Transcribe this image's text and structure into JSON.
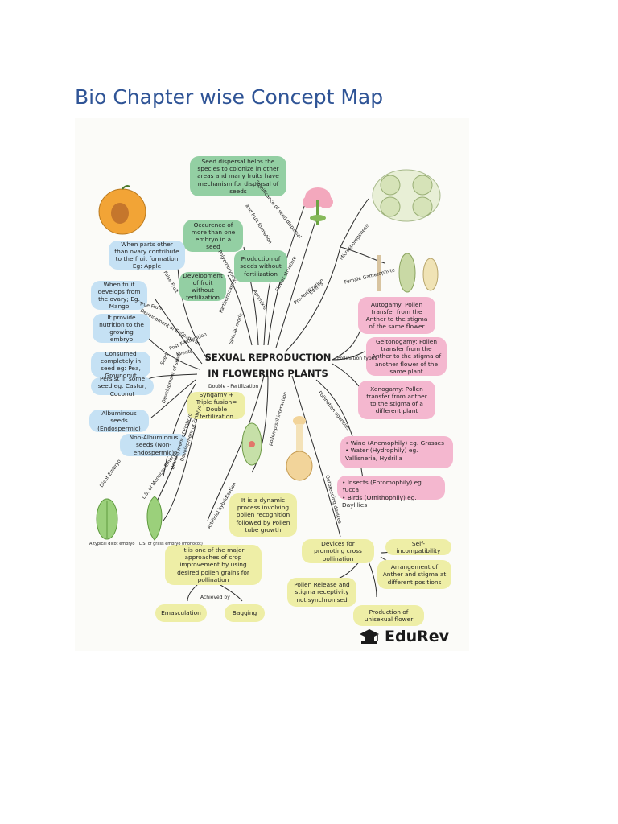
{
  "page": {
    "title": "Bio Chapter wise Concept Map"
  },
  "map": {
    "center_line1": "SEXUAL REPRODUCTION",
    "center_line2": "IN FLOWERING PLANTS",
    "nodes": {
      "seed_dispersal": "Seed dispersal helps the species to colonize in other areas and many fruits have mechanism for dispersal of seeds",
      "polyembryony": "Occurence of more than one embryo in a seed",
      "parthenocarpy": "Development of fruit without fertilization",
      "apomixis": "Production of seeds without fertilization",
      "false_fruit": "When parts other than ovary contribute to the fruit formation Eg: Apple",
      "true_fruit": "When fruit develops from the ovary; Eg. Mango",
      "endosperm": "It provide nutrition to the growing embryo",
      "consumed": "Consumed completely in seed eg: Pea, Groundnut",
      "persist": "Persist in some seed eg: Castor, Coconut",
      "albuminous": "Albuminous seeds (Endospermic)",
      "non_albuminous": "Non-Albuminous seeds (Non-endospermic)",
      "syngamy": "Syngamy + Triple fusion= Double fertilization",
      "autogamy": "Autogamy: Pollen transfer from the Anther to the stigma of the same flower",
      "geitonogamy": "Geitonogamy: Pollen transfer from the Anther to the stigma of another flower of the same plant",
      "xenogamy": "Xenogamy: Pollen transfer from anther to the stigma of a different plant",
      "abiotic_1": "• Wind (Anemophily) eg. Grasses",
      "abiotic_2": "• Water (Hydrophily) eg. Vallisneria, Hydrilla",
      "biotic_1": "• Insects (Entomophily) eg. Yucca",
      "biotic_2": "• Birds (Ornithophily) eg. Daylilies",
      "pollen_pistil": "It is a dynamic process involving pollen recognition followed by Pollen tube growth",
      "artificial": "It is one of the major approaches of crop improvement by using desired pollen grains for pollination",
      "emasculation": "Emasculation",
      "bagging": "Bagging",
      "devices": "Devices for promoting cross pollination",
      "self_incompat": "Self-incompatibility",
      "arrangement": "Arrangement of Anther and stigma at different positions",
      "pollen_release": "Pollen Release and stigma receptivity not synchronised",
      "unisexual": "Production of unisexual flower"
    },
    "edge_labels": {
      "significance": "Significance of seed dispersal",
      "and_fruit": "and fruit formation",
      "special_mode": "Special mode",
      "polyembryony": "Polyembryony",
      "parthenocarpy": "Parthenocarpy",
      "apomixis": "Apomixis",
      "flower_structure": "Flower structure",
      "pre_fert": "Pre-fertilization",
      "events": "Events",
      "microsporogenesis": "Microsporogenesis",
      "female_gametophyte": "Female Gametophyte",
      "false_fruit": "False Fruit",
      "true_fruit": "True Fruit",
      "dev_endosperm": "Development of Endosperm",
      "post_fert": "Post Fertilization",
      "post_events": "Events",
      "seed": "Seed",
      "dev_of_seed": "Development of seed",
      "double_fert": "Double - Fertilization",
      "pollination_types": "Pollination types",
      "pollen_pistil": "pollen-pistil interaction",
      "pollination_agencies": "Pollination agencies",
      "dicot_embryo": "Dicot Embryo",
      "ls_monocot": "L.S. of Monocot Embryo",
      "dev_embryo": "Development of Embryo",
      "dev_of_embryo": "Development of Embryo",
      "artificial": "Artificial hybridization",
      "achieved_by": "Achieved by",
      "outbreeding": "Outbreeding devices"
    },
    "figure_captions": {
      "dicot": "A typical dicot embryo",
      "monocot": "L.S. of grass embryo (monocot)"
    }
  },
  "logo": {
    "text": "EduRev"
  },
  "colors": {
    "title": "#2f5496",
    "green": "#93cfa3",
    "blue": "#c5e1f4",
    "pink": "#f4b7cf",
    "yellow": "#eeeea6"
  }
}
